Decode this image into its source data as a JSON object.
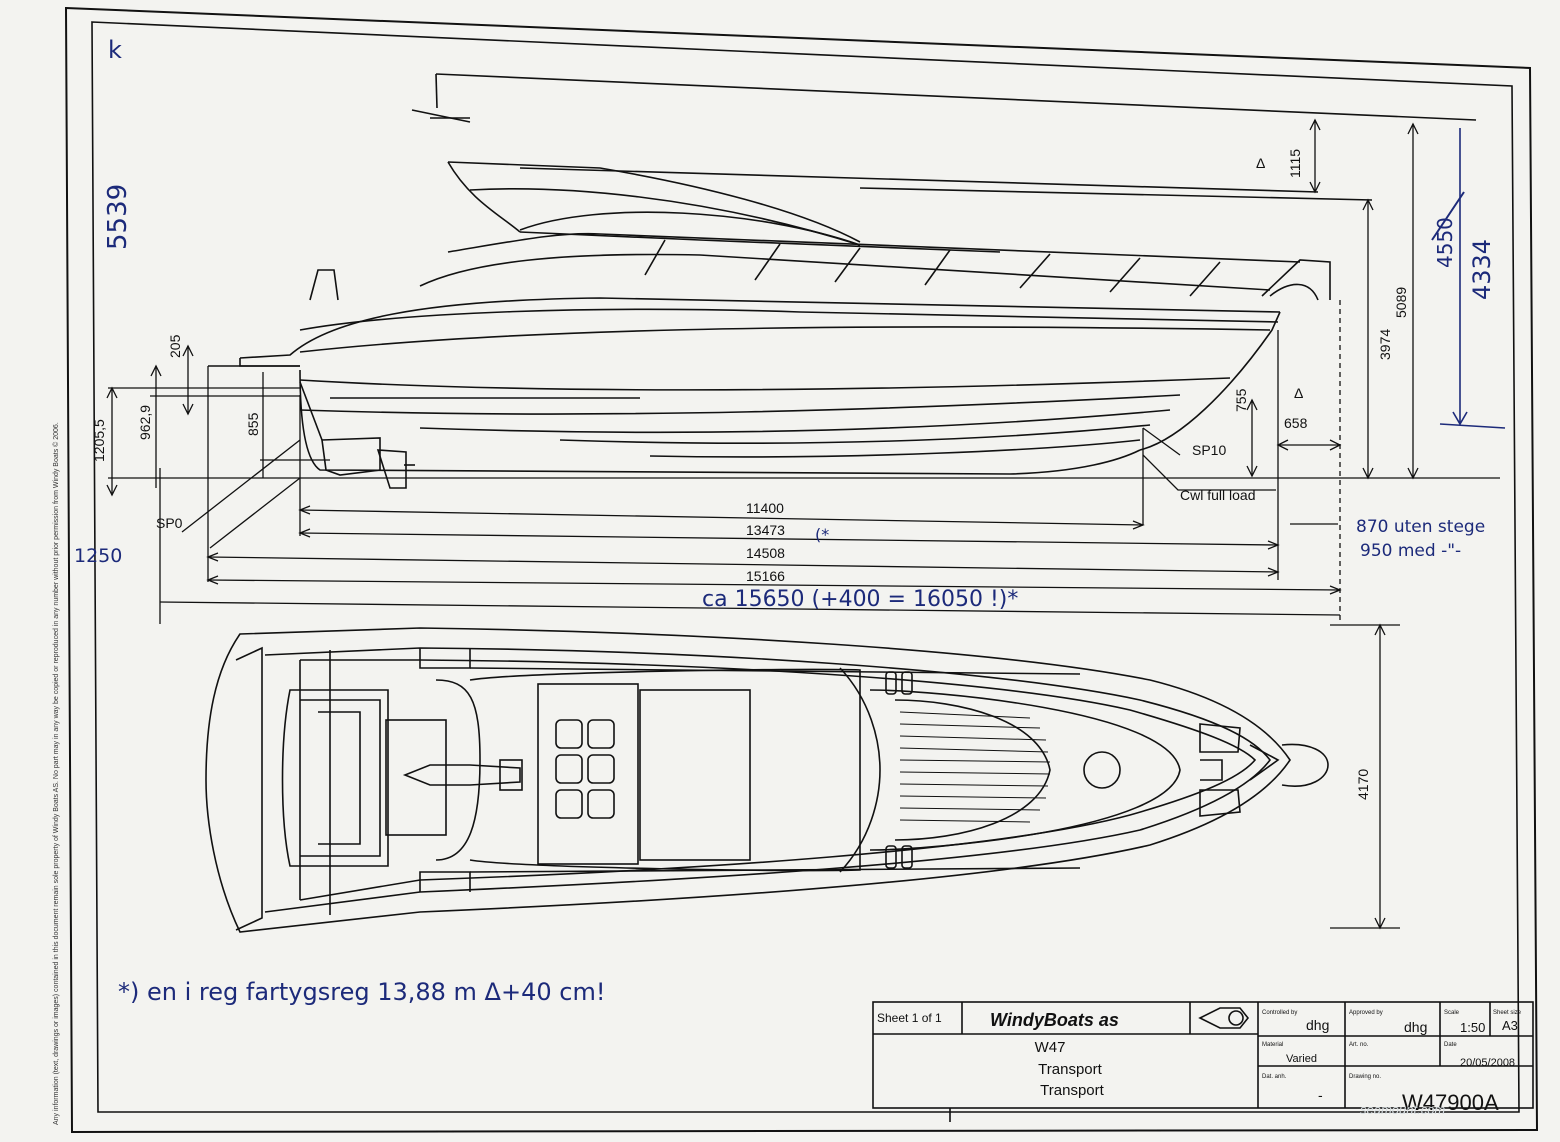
{
  "copyright": "Any information (text, drawings or images) contained in this document remain sole property of Windy Boats AS. No part may in any way be copied or reproduced in any number without prior permission from Windy Boats © 2006.",
  "side_view": {
    "heights": {
      "h1115": "1115",
      "h5089": "5089",
      "h3974": "3974",
      "h755": "755",
      "h658": "658",
      "h205": "205",
      "h1205": "1205,5",
      "h962": "962,9",
      "h855": "855"
    },
    "labels": {
      "sp10": "SP10",
      "sp0": "SP0",
      "cwl": "Cwl full load"
    },
    "lengths": {
      "l11400": "11400",
      "l13473": "13473",
      "l14508": "14508",
      "l15166": "15166"
    }
  },
  "handwritten": {
    "total_height": "5539",
    "crossed_height": "4550",
    "corrected_height": "4334",
    "corner_mark": "k",
    "dim_1250": "1250",
    "star_13473": "(*",
    "overall_length": "ca  15650 (+400 = 16050 !)*",
    "step_note_1": "870 uten stege",
    "step_note_2": "950 med -\"-",
    "footnote": "*) en i reg fartygsreg 13,88 m   Δ+40 cm!"
  },
  "top_view": {
    "beam": "4170"
  },
  "title_block": {
    "sheet": "Sheet 1 of 1",
    "company": "WindyBoats as",
    "model": "W47",
    "title1": "Transport",
    "title2": "Transport",
    "checked_label": "Controlled by",
    "checked_value": "dhg",
    "approved_label": "Approved by",
    "approved_value": "dhg",
    "scale_label": "Scale",
    "scale_value": "1:50",
    "size_label": "Sheet size",
    "size_value": "A3",
    "material_label": "Material",
    "material_value": "Varied",
    "artno_label": "Art. no.",
    "date_label": "Date",
    "date_value": "20/05/2008",
    "datum_label": "Dat. anh.",
    "datum_value": "-",
    "drawing_label": "Drawing no.",
    "drawing_value": "W47900A"
  },
  "watermark": "seamount.com"
}
